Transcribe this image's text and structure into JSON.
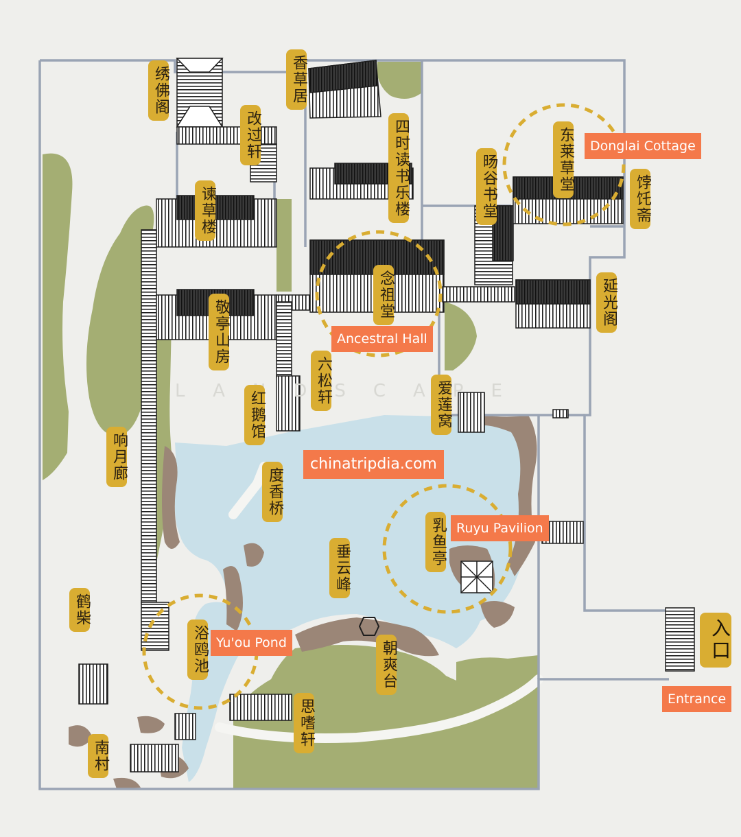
{
  "map": {
    "colors": {
      "background": "#efefec",
      "wall": "#9aa4b4",
      "water": "#c9e0e9",
      "greenery": "#a4ae73",
      "rock": "#9b8677",
      "path": "#f2f2ee",
      "building": "#1e1e1e",
      "building_label_bg": "#d9ad32",
      "english_label_bg": "#f4794a",
      "highlight_ring": "#d9ad32"
    },
    "watermark": "chinatripdia.com",
    "faint_watermark": "LANDSCAPE",
    "labels": {
      "xiufuge": "绣佛阁",
      "xiangcaoju": "香草居",
      "gaiguoxuan": "改过轩",
      "sishidushulelou": "四时读书乐楼",
      "donglaicaotang": "东莱草堂",
      "yangushutang": "旸谷书堂",
      "botuozhai": "饽饦斋",
      "jiancaolou": "谏草楼",
      "nianzutang": "念祖堂",
      "yanguangge": "延光阁",
      "jingtingshanfang": "敬亭山房",
      "liusongxuan": "六松轩",
      "honglegguan": "红鹅馆",
      "ailianwo": "爱莲窝",
      "xiangyuelang": "响月廊",
      "duxiangqiao": "度香桥",
      "chuiyunfeng": "垂云峰",
      "ruyuting": "乳鱼亭",
      "hechai": "鹤柴",
      "yououchi": "浴鸥池",
      "chaoshuangtai": "朝爽台",
      "sishixuan": "思嗜轩",
      "nancun": "南村",
      "entrance": "入口"
    },
    "english": {
      "donglai": "Donglai Cottage",
      "ancestral": "Ancestral Hall",
      "ruyu": "Ruyu Pavilion",
      "youou": "Yu'ou Pond",
      "entrance": "Entrance"
    }
  }
}
